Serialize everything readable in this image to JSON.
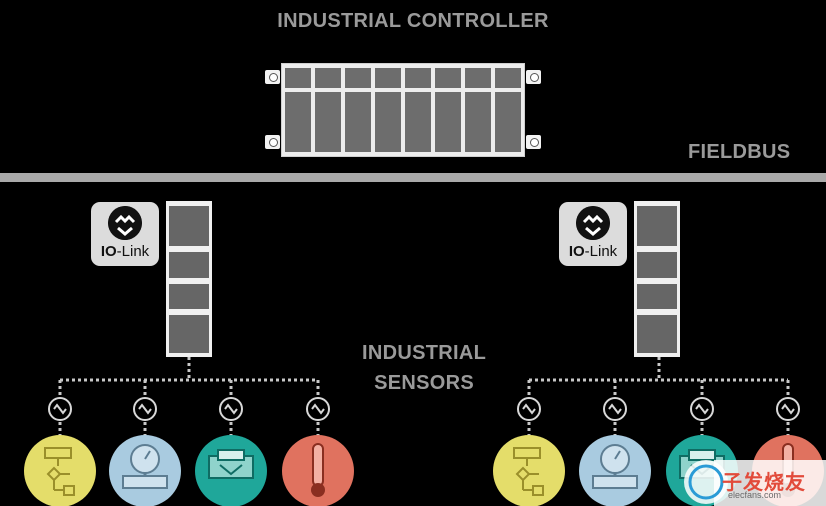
{
  "diagram": {
    "title": "INDUSTRIAL CONTROLLER",
    "fieldbus_label": "FIELDBUS",
    "sensors_label_line1": "INDUSTRIAL",
    "sensors_label_line2": "SENSORS"
  },
  "io_link": {
    "logo_text_bold": "IO",
    "logo_text_rest": "-Link"
  },
  "sensor_types": [
    "flow-chart-sensor",
    "pressure-gauge-sensor",
    "level-sensor",
    "temperature-sensor"
  ],
  "colors": {
    "background": "#000000",
    "label_gray": "#9a9a9a",
    "fieldbus": "#a9a9a9",
    "module_dark": "#666666",
    "sensor_yellow": "#e4dd6a",
    "sensor_blue": "#a9cbe0",
    "sensor_teal": "#1fa79a",
    "sensor_red": "#e0725f"
  },
  "watermark": {
    "text": "子发烧友",
    "sub": "elecfans.com"
  }
}
